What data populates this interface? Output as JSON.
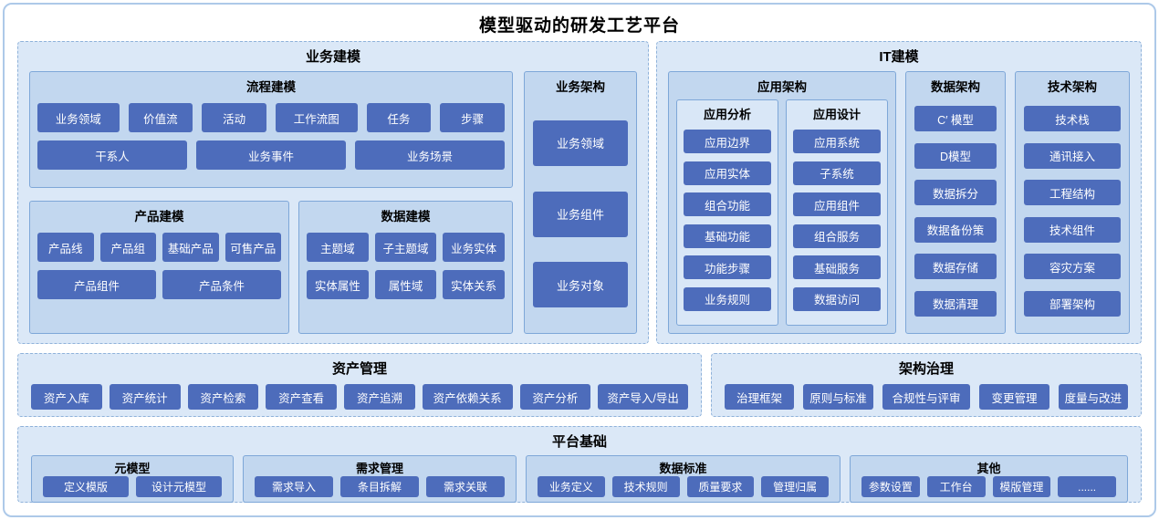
{
  "page": {
    "title": "模型驱动的研发工艺平台"
  },
  "colors": {
    "block": "#4d6cbb",
    "panel": "#c2d7ef",
    "section_bg": "#dbe8f7",
    "frame_border": "#adc9e9"
  },
  "business_modeling": {
    "title": "业务建模",
    "process_modeling": {
      "title": "流程建模",
      "row1": [
        "业务领域",
        "价值流",
        "活动",
        "工作流图",
        "任务",
        "步骤"
      ],
      "row2": [
        "干系人",
        "业务事件",
        "业务场景"
      ]
    },
    "product_modeling": {
      "title": "产品建模",
      "row1": [
        "产品线",
        "产品组",
        "基础产品",
        "可售产品"
      ],
      "row2": [
        "产品组件",
        "产品条件"
      ]
    },
    "data_modeling": {
      "title": "数据建模",
      "row1": [
        "主题域",
        "子主题域",
        "业务实体"
      ],
      "row2": [
        "实体属性",
        "属性域",
        "实体关系"
      ]
    },
    "business_architecture": {
      "title": "业务架构",
      "items": [
        "业务领域",
        "业务组件",
        "业务对象"
      ]
    }
  },
  "it_modeling": {
    "title": "IT建模",
    "app_architecture": {
      "title": "应用架构",
      "app_analysis": {
        "title": "应用分析",
        "items": [
          "应用边界",
          "应用实体",
          "组合功能",
          "基础功能",
          "功能步骤",
          "业务规则"
        ]
      },
      "app_design": {
        "title": "应用设计",
        "items": [
          "应用系统",
          "子系统",
          "应用组件",
          "组合服务",
          "基础服务",
          "数据访问"
        ]
      }
    },
    "data_architecture": {
      "title": "数据架构",
      "items": [
        "C′ 模型",
        "D模型",
        "数据拆分",
        "数据备份策",
        "数据存储",
        "数据清理"
      ]
    },
    "tech_architecture": {
      "title": "技术架构",
      "items": [
        "技术栈",
        "通讯接入",
        "工程结构",
        "技术组件",
        "容灾方案",
        "部署架构"
      ]
    }
  },
  "asset_management": {
    "title": "资产管理",
    "items": [
      "资产入库",
      "资产统计",
      "资产检索",
      "资产查看",
      "资产追溯",
      "资产依赖关系",
      "资产分析",
      "资产导入/导出"
    ]
  },
  "governance": {
    "title": "架构治理",
    "items": [
      "治理框架",
      "原则与标准",
      "合规性与评审",
      "变更管理",
      "度量与改进"
    ]
  },
  "platform": {
    "title": "平台基础",
    "meta_model": {
      "title": "元模型",
      "items": [
        "定义模版",
        "设计元模型"
      ]
    },
    "requirement": {
      "title": "需求管理",
      "items": [
        "需求导入",
        "条目拆解",
        "需求关联"
      ]
    },
    "data_standard": {
      "title": "数据标准",
      "items": [
        "业务定义",
        "技术规则",
        "质量要求",
        "管理归属"
      ]
    },
    "others": {
      "title": "其他",
      "items": [
        "参数设置",
        "工作台",
        "模版管理",
        "......"
      ]
    }
  }
}
